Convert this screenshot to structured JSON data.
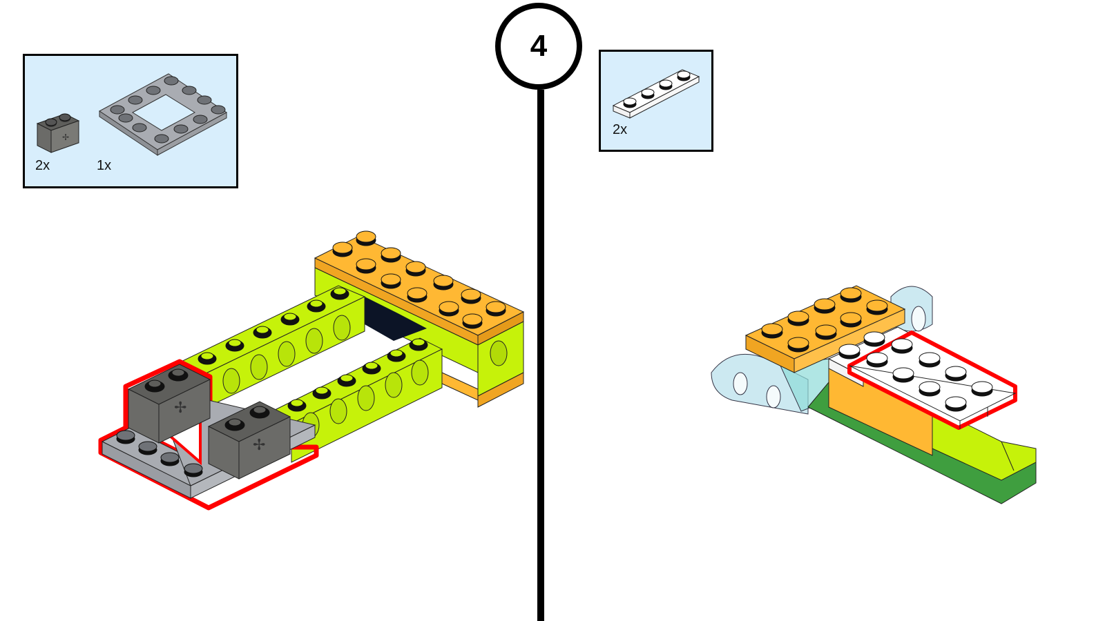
{
  "step": {
    "number": "4"
  },
  "left_panel": {
    "callout": {
      "parts": [
        {
          "name": "dark-gray 1x2 technic brick with axle hole",
          "quantity": "2x"
        },
        {
          "name": "light-gray 4x4 open-center plate",
          "quantity": "1x"
        }
      ]
    },
    "model": {
      "description": "lime technic beams with orange brick and highlighted gray parts"
    }
  },
  "right_panel": {
    "callout": {
      "parts": [
        {
          "name": "white 1x4 plate",
          "quantity": "2x"
        }
      ]
    },
    "model": {
      "description": "orange brick with transparent connectors and highlighted white plates"
    }
  },
  "colors": {
    "callout_bg": "#d8eefc",
    "highlight": "#ff0000",
    "lime": "#c6f20a",
    "orange": "#ffb833",
    "dark_gray": "#6b6b68",
    "light_gray": "#a9acb2",
    "green": "#3f9e3f",
    "trans_blue": "#bfe3ee"
  }
}
